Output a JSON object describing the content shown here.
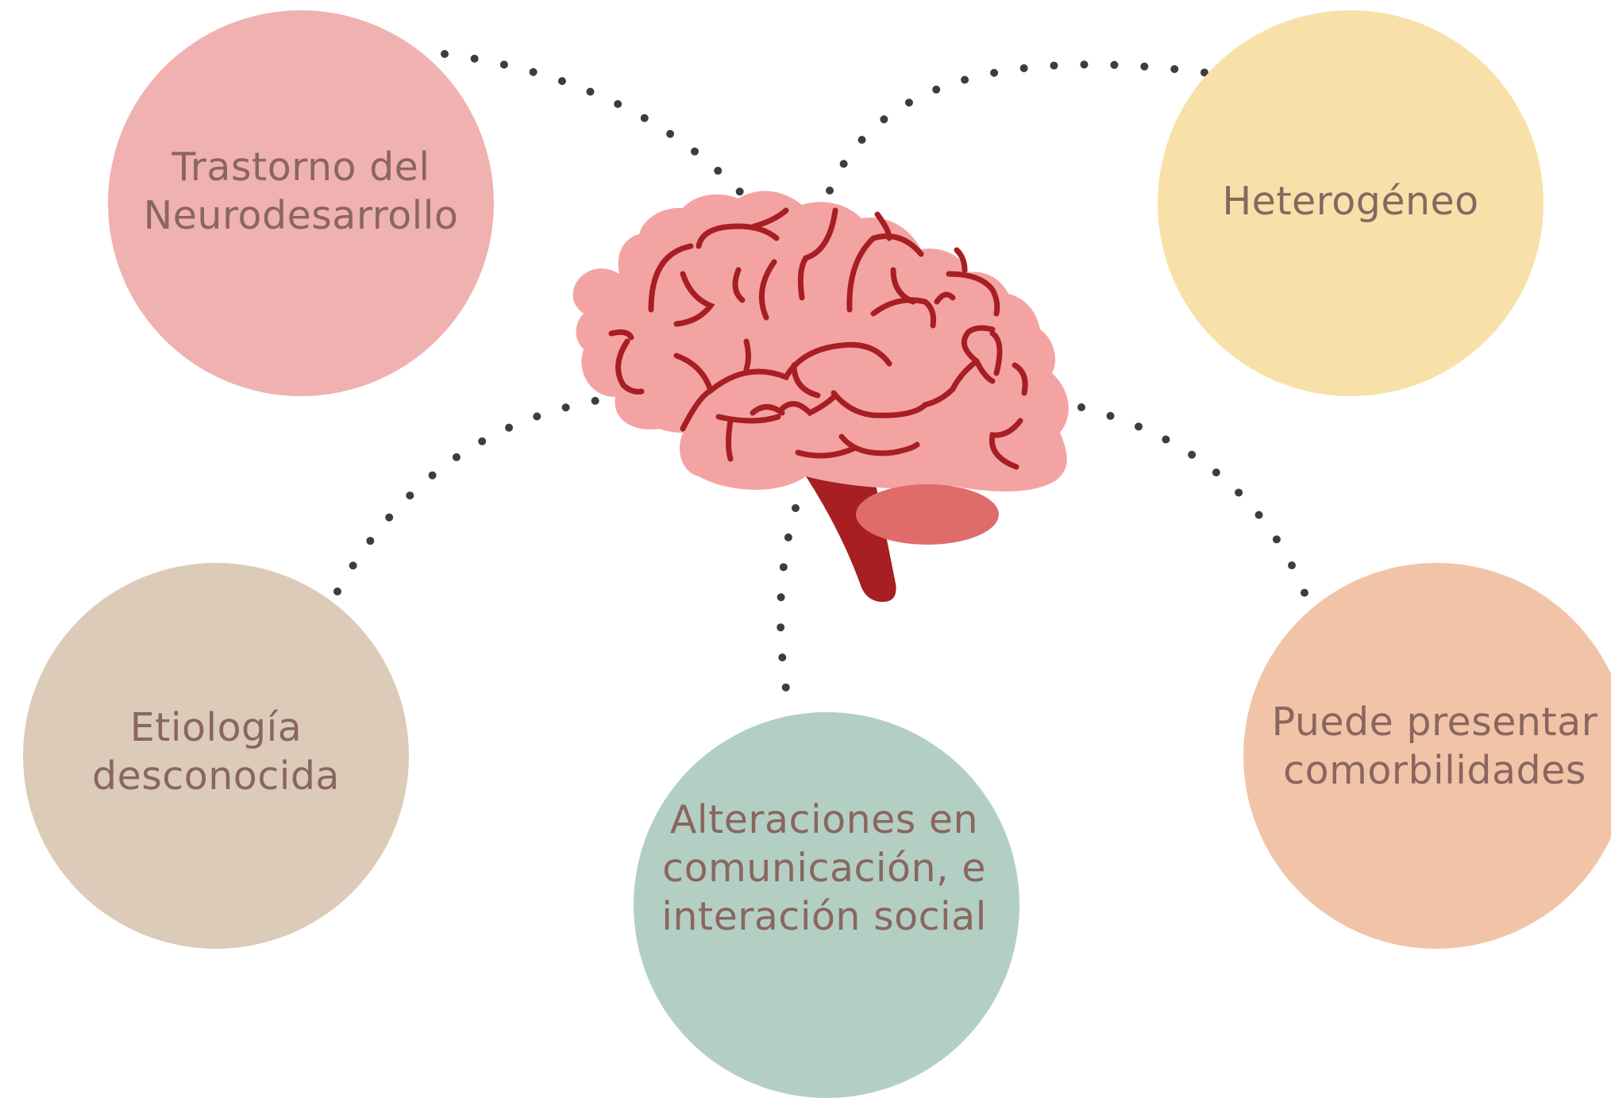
{
  "diagram": {
    "nodes": [
      {
        "id": "trastorno",
        "label": "Trastorno del\nNeurodesarrollo",
        "color": "#f0b1b1"
      },
      {
        "id": "hetero",
        "label": "Heterogéneo",
        "color": "#f7e1a9"
      },
      {
        "id": "etio",
        "label": "Etiología\ndesconocida",
        "color": "#dccbb9"
      },
      {
        "id": "alter",
        "label": "Alteraciones en\ncomunicación,  e\ninteración social",
        "color": "#b3cfc3"
      },
      {
        "id": "puede",
        "label": "Puede presentar\ncomorbilidades",
        "color": "#f1c4a8"
      }
    ],
    "center_icon": "brain-icon",
    "connector_style": "dotted",
    "colors": {
      "text": "#8a6660",
      "dots": "#3d3d3d",
      "brain_fill": "#f4a3a3",
      "brain_lines": "#a71e23",
      "brainstem": "#a71e23",
      "cerebellum": "#e06b6b"
    }
  }
}
